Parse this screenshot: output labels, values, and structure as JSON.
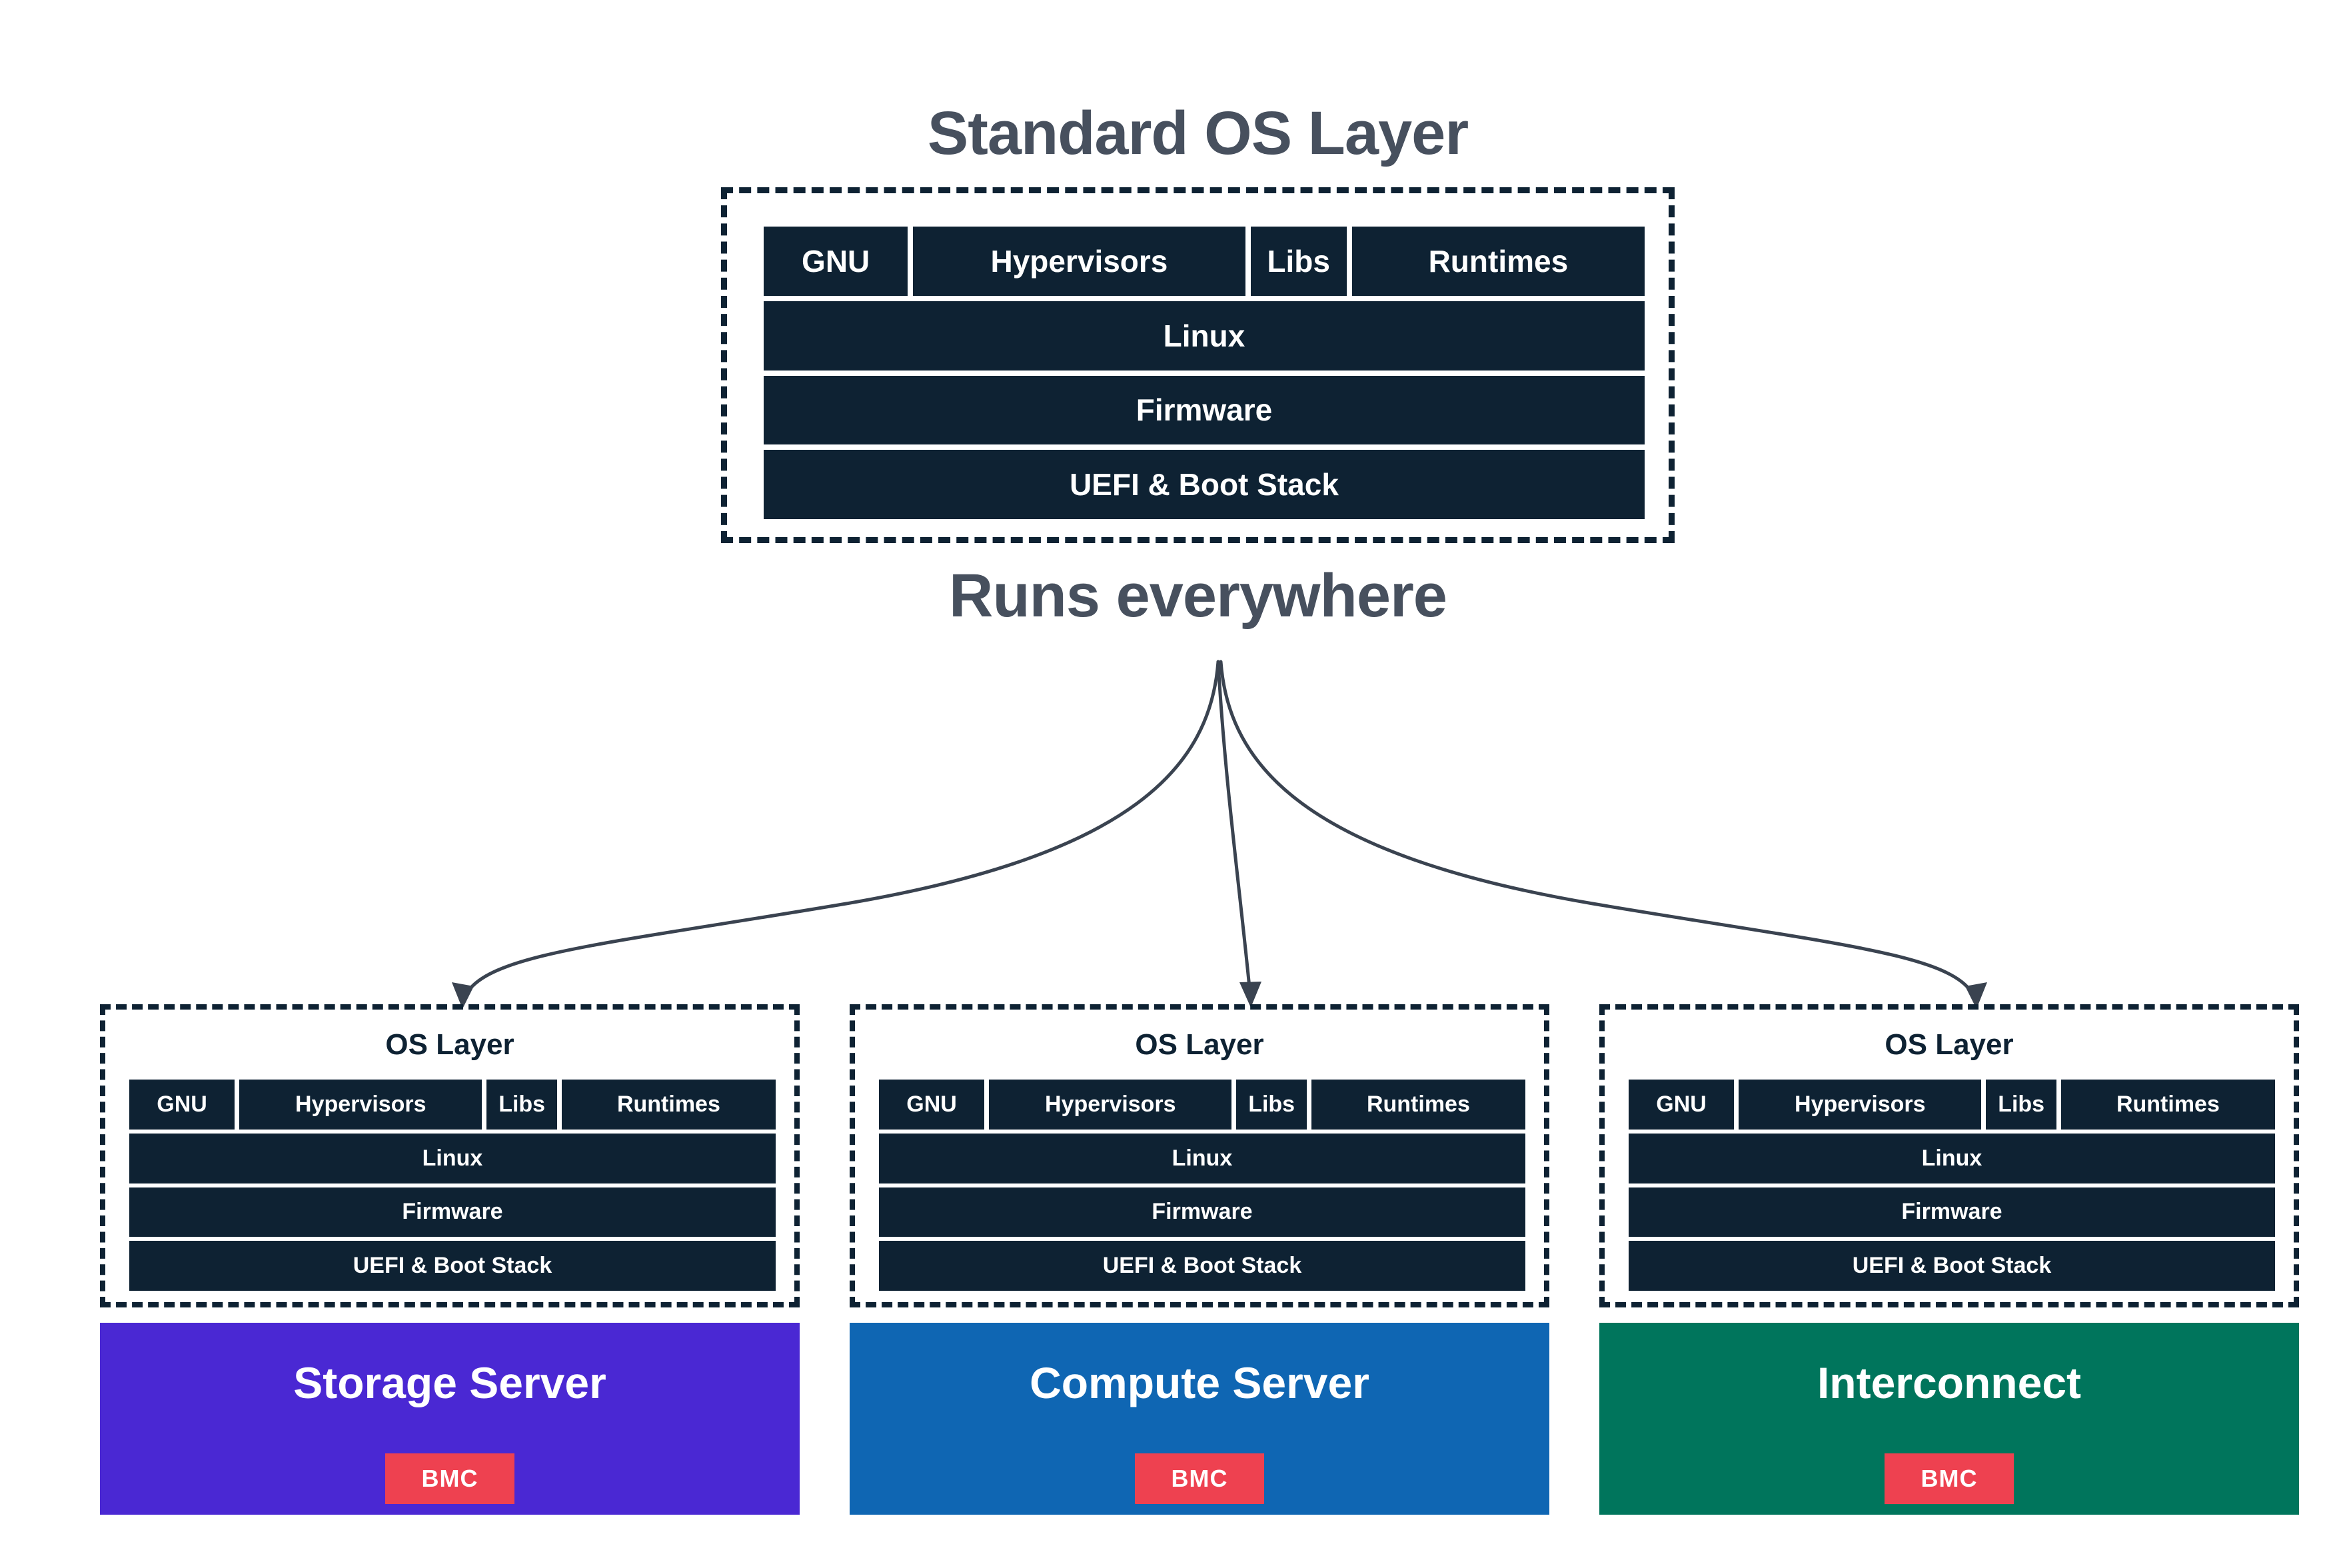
{
  "page": {
    "title": "Standard OS Layer",
    "subtitle": "Runs everywhere"
  },
  "stack": {
    "row1": {
      "c0": "GNU",
      "c1": "Hypervisors",
      "c2": "Libs",
      "c3": "Runtimes"
    },
    "row2": "Linux",
    "row3": "Firmware",
    "row4": "UEFI & Boot Stack"
  },
  "sections": [
    {
      "heading": "OS Layer",
      "server": "Storage Server",
      "bmc": "BMC",
      "color": "#4a28d3"
    },
    {
      "heading": "OS Layer",
      "server": "Compute Server",
      "bmc": "BMC",
      "color": "#0f66b3"
    },
    {
      "heading": "OS Layer",
      "server": "Interconnect",
      "bmc": "BMC",
      "color": "#00755c"
    }
  ],
  "colors": {
    "navy": "#0e2233",
    "heading-text": "#47505e",
    "arrow": "#3a4350",
    "bmc-red": "#ee4150",
    "storage-purple": "#4a28d3",
    "compute-blue": "#0f66b3",
    "interconnect-green": "#00755c"
  }
}
